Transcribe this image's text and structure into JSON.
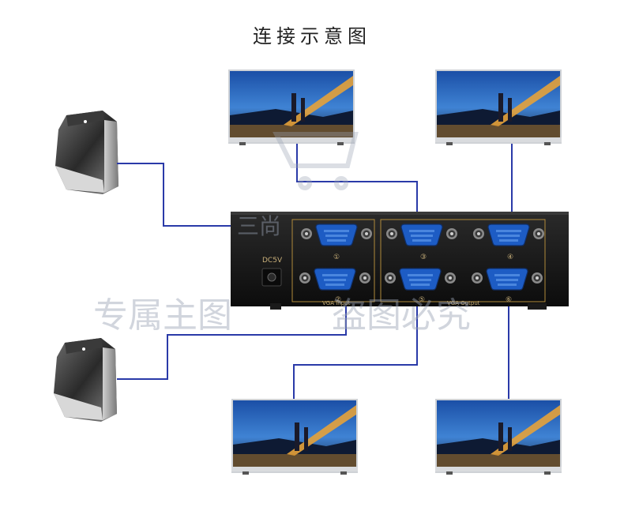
{
  "title": "连接示意图",
  "device": {
    "dc_label": "DC5V",
    "input_label": "VGA Input",
    "output_label": "VGA Output",
    "port_numbers": [
      "①",
      "②",
      "③",
      "④",
      "⑤",
      "⑥"
    ]
  },
  "watermark": {
    "line1": "专属主图",
    "line2": "盗图必究",
    "top_text": "三尚"
  },
  "colors": {
    "cable": "#2a3aa8",
    "device_body": "#141414",
    "port_blue": "#1f56b8"
  }
}
